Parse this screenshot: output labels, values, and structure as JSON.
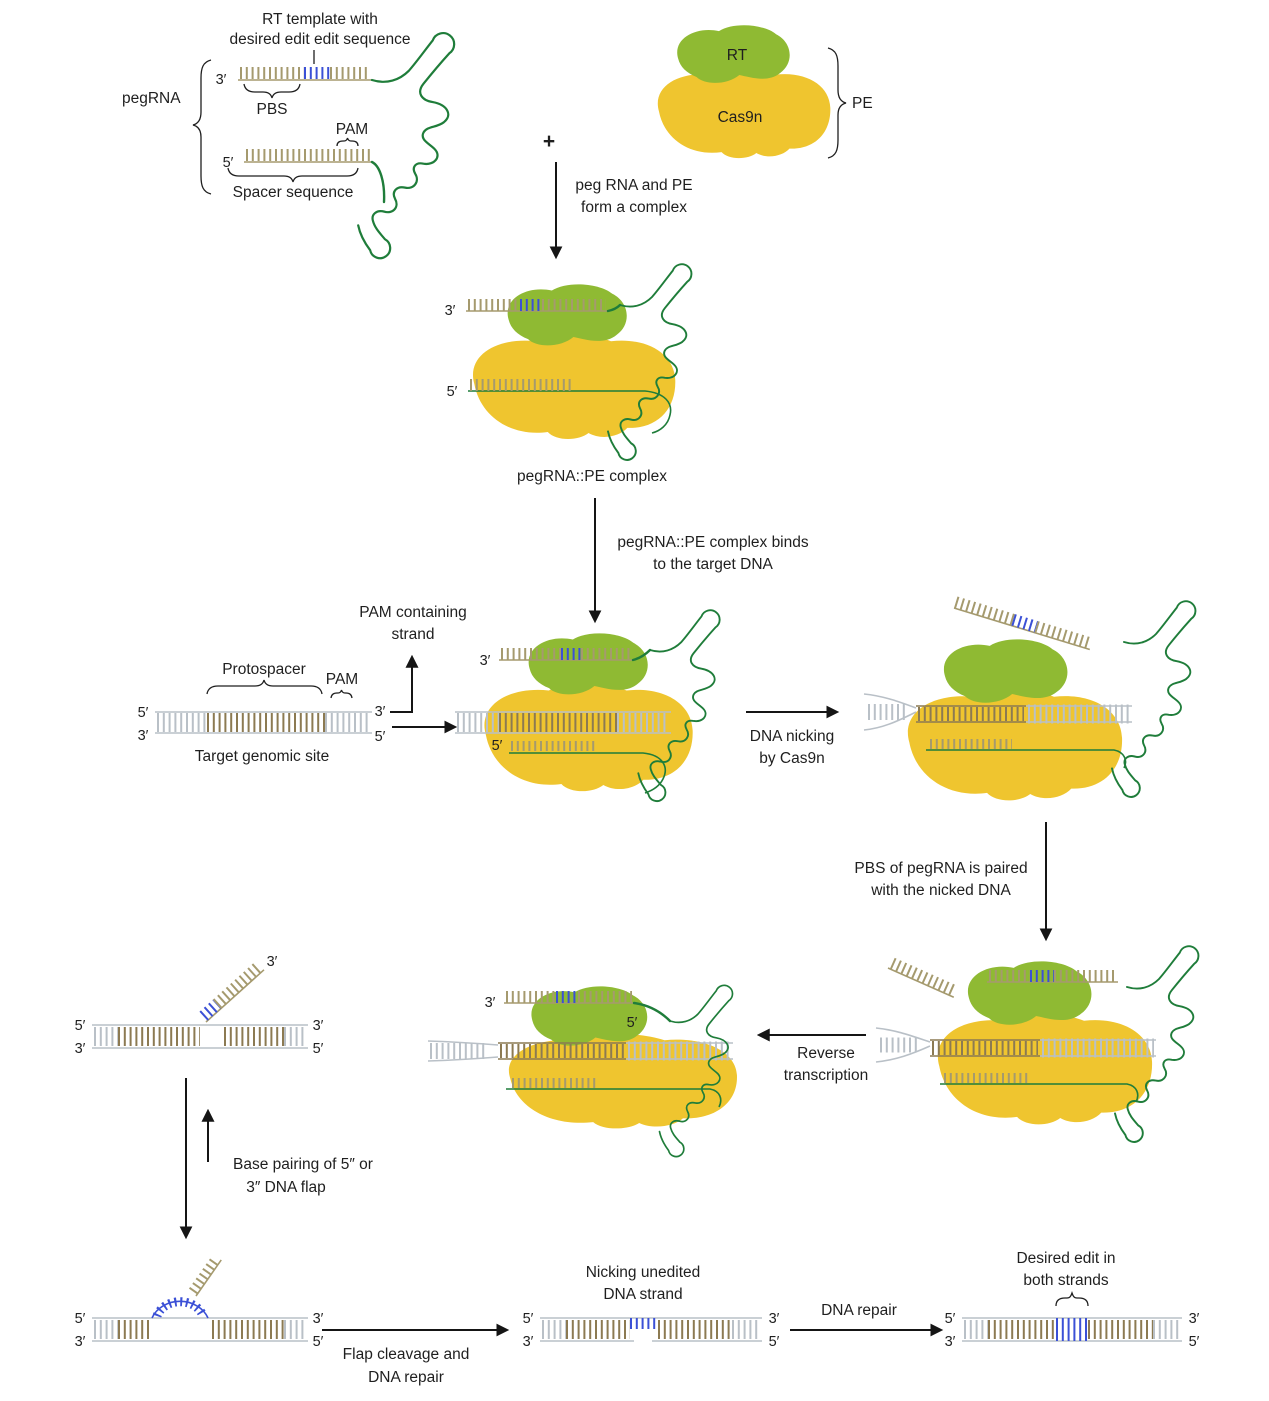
{
  "colors": {
    "scaffold_green": "#1F7D3A",
    "rt_green": "#8FBA33",
    "cas9n_yellow": "#EFC52F",
    "rna_tan": "#A59A6E",
    "dna_brown": "#8C7A52",
    "dna_gray": "#B9C0C7",
    "edit_blue": "#3B50D6",
    "text": "#1F1F1F"
  },
  "markers": {
    "p3": "3′",
    "p5": "5′",
    "plus": "+"
  },
  "pegrna_panel": {
    "title_line1": "RT template with",
    "title_line2": "desired edit edit sequence",
    "pegrna": "pegRNA",
    "pbs": "PBS",
    "pam": "PAM",
    "spacer": "Spacer sequence"
  },
  "pe_panel": {
    "rt": "RT",
    "cas9n": "Cas9n",
    "pe": "PE"
  },
  "steps": {
    "form_complex_line1": "peg RNA and PE",
    "form_complex_line2": "form a complex",
    "complex_label": "pegRNA::PE complex",
    "binds_line1": "pegRNA::PE complex binds",
    "binds_line2": "to the target DNA",
    "nicking_line1": "DNA nicking",
    "nicking_line2": "by Cas9n",
    "pbs_paired_line1": "PBS of pegRNA is paired",
    "pbs_paired_line2": "with the nicked DNA",
    "reverse_line1": "Reverse",
    "reverse_line2": "transcription",
    "base_pairing_line1": "Base pairing of 5″ or",
    "base_pairing_line2": "3″ DNA flap",
    "flap_line1": "Flap cleavage and",
    "flap_line2": "DNA repair",
    "dna_repair": "DNA repair"
  },
  "target_panel": {
    "pam_strand_line1": "PAM containing",
    "pam_strand_line2": "strand",
    "protospacer": "Protospacer",
    "pam": "PAM",
    "target_site": "Target genomic site"
  },
  "outcome_panel": {
    "nicking_unedited_line1": "Nicking unedited",
    "nicking_unedited_line2": "DNA strand",
    "desired_edit_line1": "Desired edit in",
    "desired_edit_line2": "both strands"
  }
}
